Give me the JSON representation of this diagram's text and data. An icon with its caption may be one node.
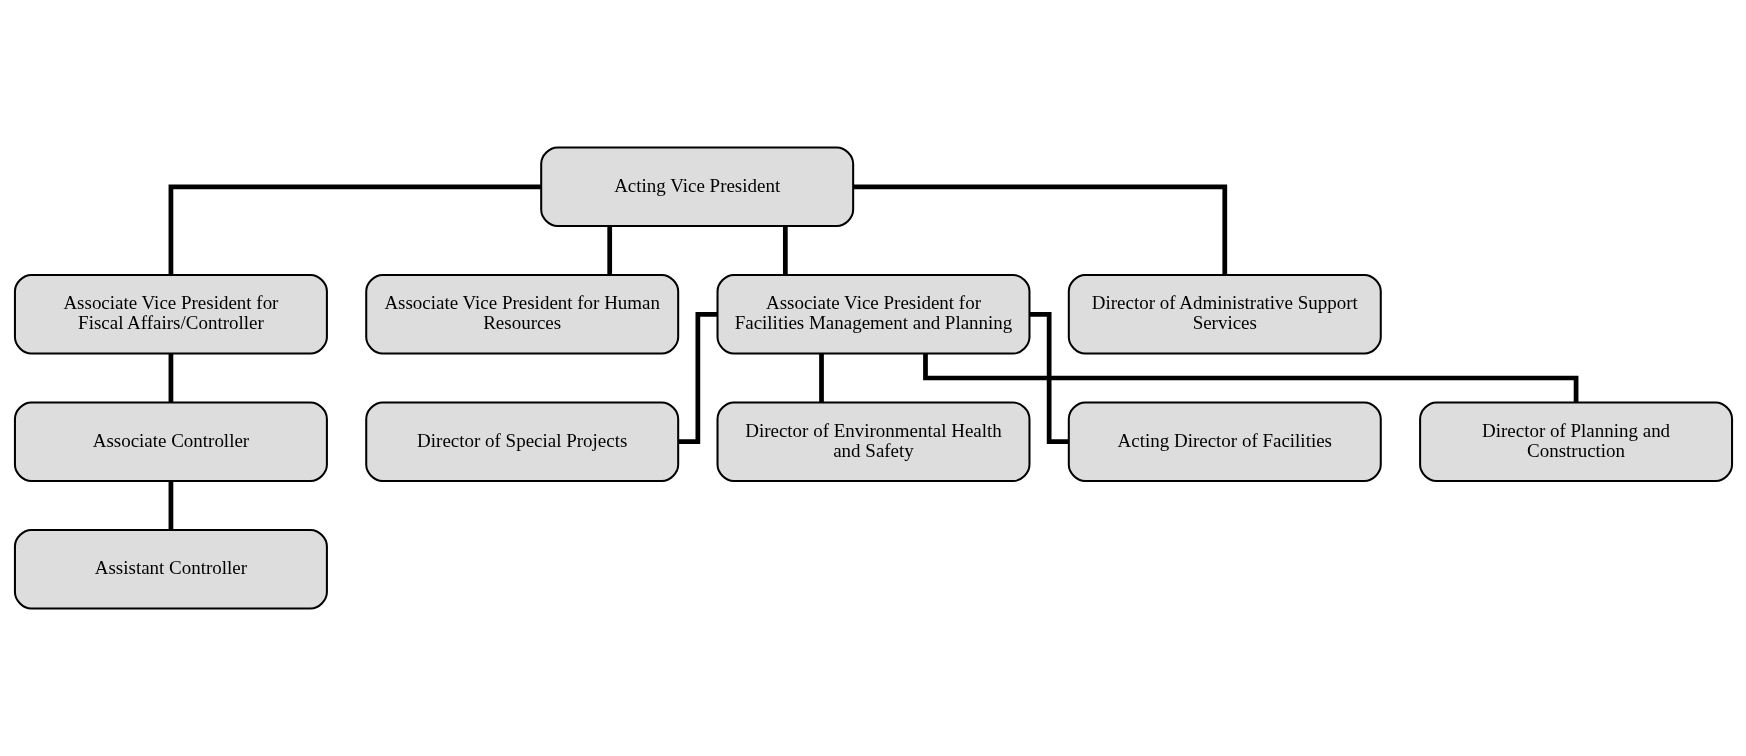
{
  "diagram": {
    "nodes": [
      {
        "text": [
          "Acting Vice President"
        ]
      },
      {
        "text": [
          "Associate Vice President for Fiscal Affairs/Controller"
        ]
      },
      {
        "text": [
          "Associate Vice President for Human Resources"
        ]
      },
      {
        "text": [
          "Associate Vice President for Facilities Management and Planning"
        ]
      },
      {
        "text": [
          "Director of Administrative Support Services"
        ]
      },
      {
        "text": [
          "Associate Controller"
        ]
      },
      {
        "text": [
          "Assistant Controller"
        ]
      },
      {
        "text": [
          "Director of Special Projects"
        ]
      },
      {
        "text": [
          "Director of Environmental Health and Safety"
        ]
      },
      {
        "text": [
          "Acting Director of Facilities"
        ]
      },
      {
        "text": [
          "Director of Planning and Construction"
        ]
      }
    ],
    "edges": [
      {
        "from": 0,
        "to": 1,
        "arrow": "none"
      },
      {
        "from": 0,
        "to": 2,
        "arrow": "none"
      },
      {
        "from": 0,
        "to": 3,
        "arrow": "none"
      },
      {
        "from": 0,
        "to": 4,
        "arrow": "none"
      },
      {
        "from": 1,
        "to": 5,
        "arrow": "none"
      },
      {
        "from": 5,
        "to": 6,
        "arrow": "none"
      },
      {
        "from": 3,
        "to": 7,
        "arrow": "none"
      },
      {
        "from": 3,
        "to": 8,
        "arrow": "none"
      },
      {
        "from": 3,
        "to": 9,
        "arrow": "none"
      },
      {
        "from": 3,
        "to": 10,
        "arrow": "none"
      }
    ]
  }
}
